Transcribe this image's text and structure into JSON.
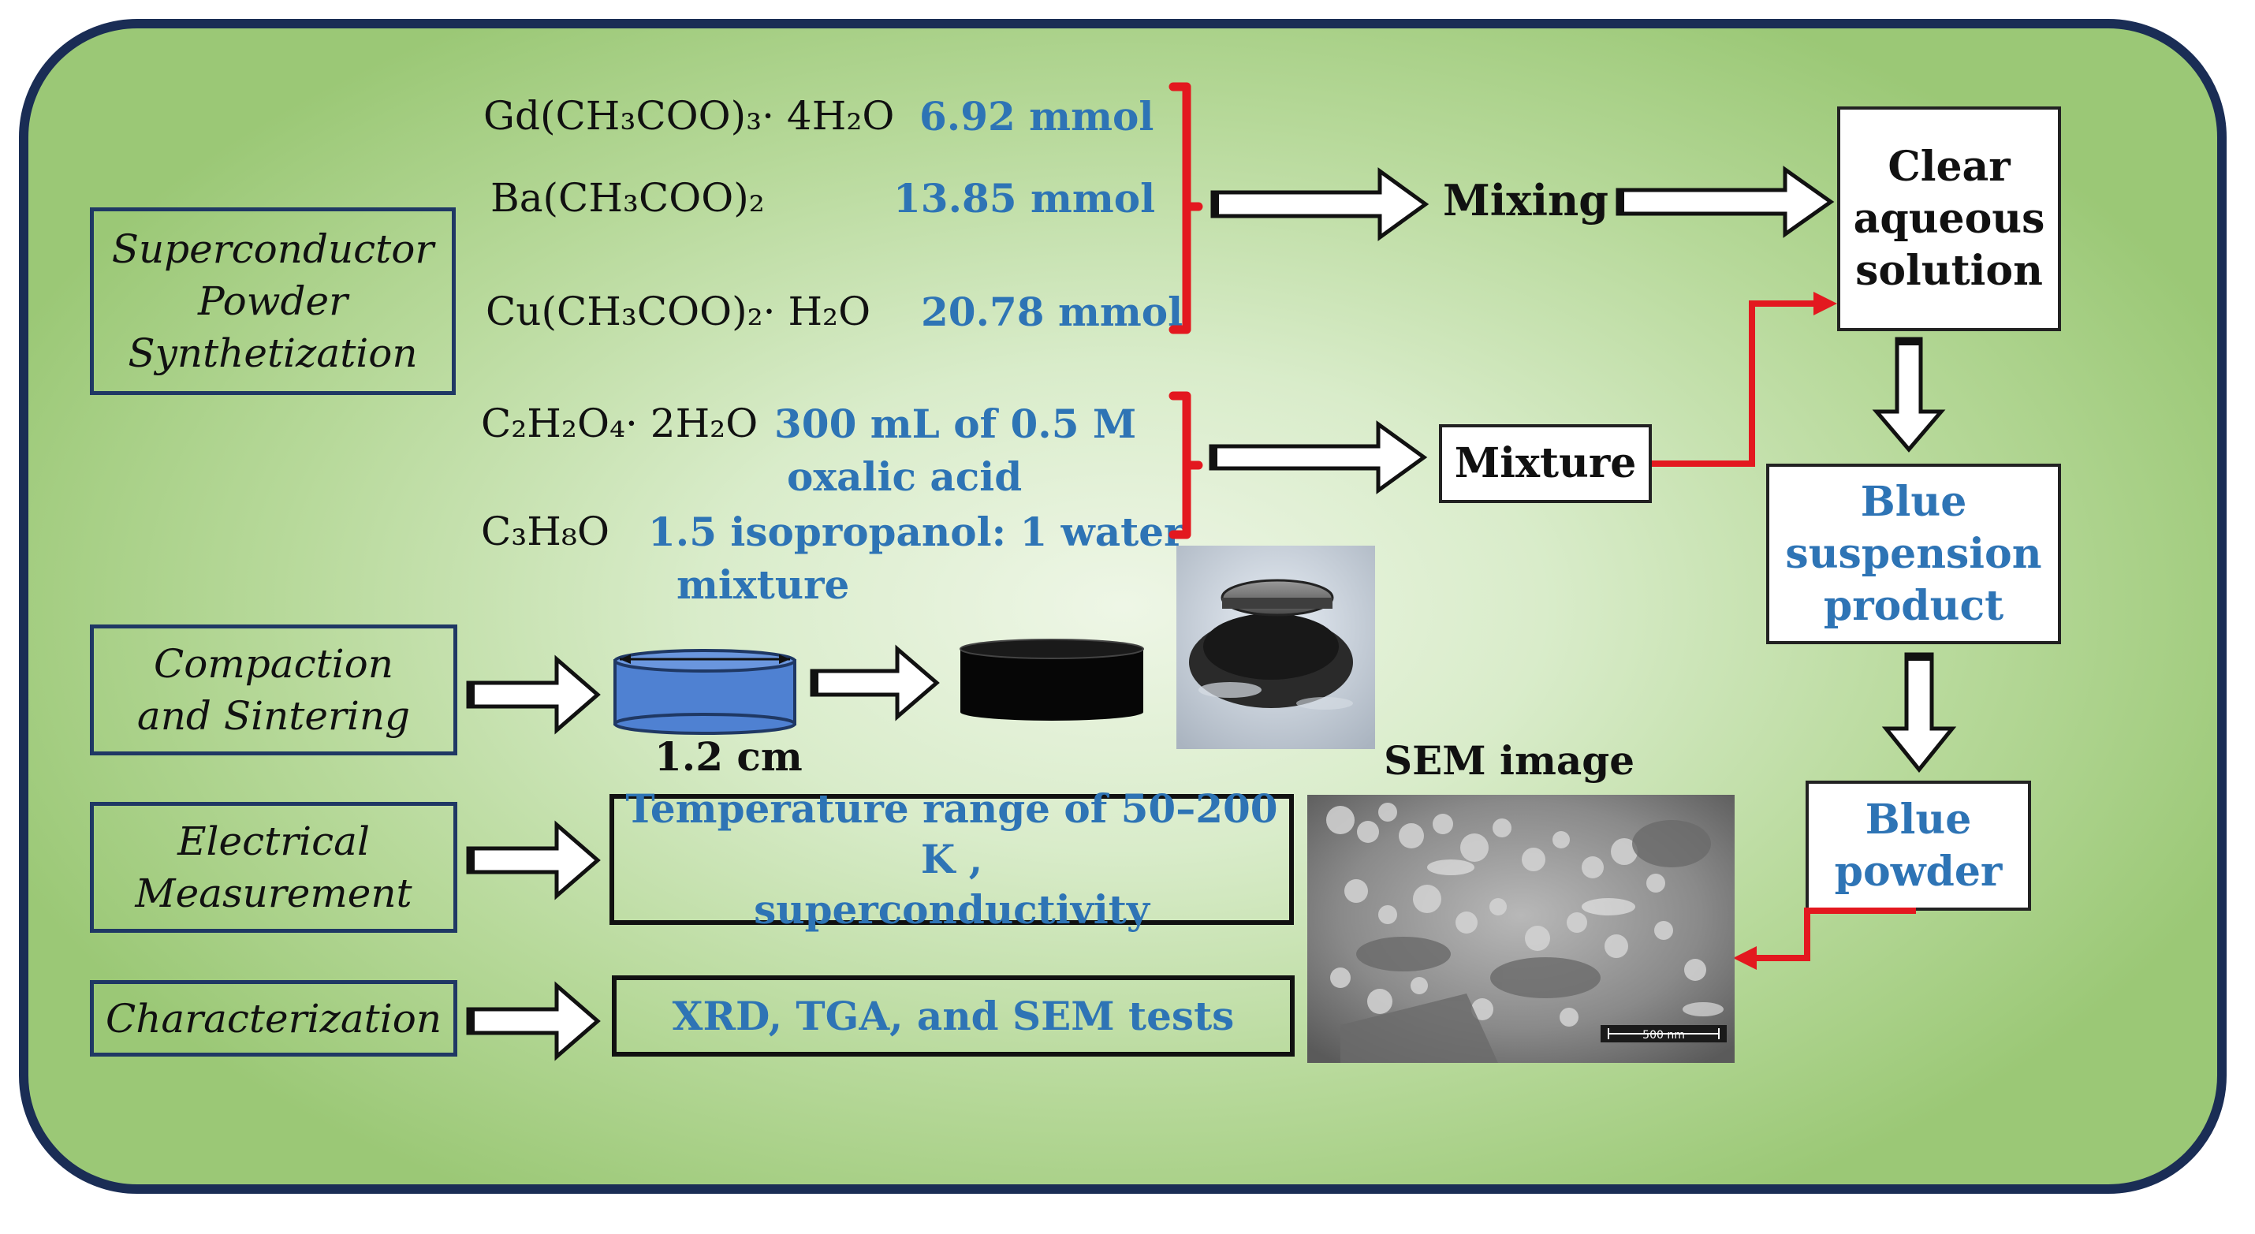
{
  "colors": {
    "frame_border": "#1a2d55",
    "accent_blue": "#2e74b5",
    "arrow_red": "#e3181f",
    "disk_blue": "#4f81d2",
    "background_green": "#9bc876"
  },
  "stage_labels": {
    "synthesis": [
      "Superconductor",
      "Powder",
      "Synthetization"
    ],
    "compaction": [
      "Compaction",
      "and Sintering"
    ],
    "electrical": [
      "Electrical",
      "Measurement"
    ],
    "characterization": "Characterization"
  },
  "reagents": {
    "gd": {
      "formula": "Gd(CH₃COO)₃· 4H₂O",
      "amount": "6.92 mmol"
    },
    "ba": {
      "formula": "Ba(CH₃COO)₂",
      "amount": "13.85 mmol"
    },
    "cu": {
      "formula": "Cu(CH₃COO)₂· H₂O",
      "amount": "20.78 mmol"
    },
    "oxalic": {
      "formula": "C₂H₂O₄· 2H₂O",
      "amount": [
        "300 mL of 0.5 M",
        "oxalic acid"
      ]
    },
    "propanol": {
      "formula": "C₃H₈O",
      "amount": [
        "1.5 isopropanol: 1 water",
        "mixture"
      ]
    }
  },
  "steps": {
    "mixing": "Mixing",
    "mixture": "Mixture",
    "clear_solution": [
      "Clear",
      "aqueous",
      "solution"
    ],
    "blue_suspension": [
      "Blue",
      "suspension",
      "product"
    ],
    "blue_powder": [
      "Blue",
      "powder"
    ]
  },
  "pellet": {
    "diameter_label": "1.2 cm"
  },
  "results": {
    "electrical": [
      "Temperature range of 50–200 K ,",
      "superconductivity"
    ],
    "characterization": "XRD,  TGA, and SEM tests"
  },
  "sem": {
    "title": "SEM image",
    "scale_bar": "500 nm"
  },
  "icons": [
    "hollow-right-arrow-icon",
    "hollow-down-arrow-icon",
    "red-brace-icon",
    "red-connector-arrow-icon"
  ]
}
